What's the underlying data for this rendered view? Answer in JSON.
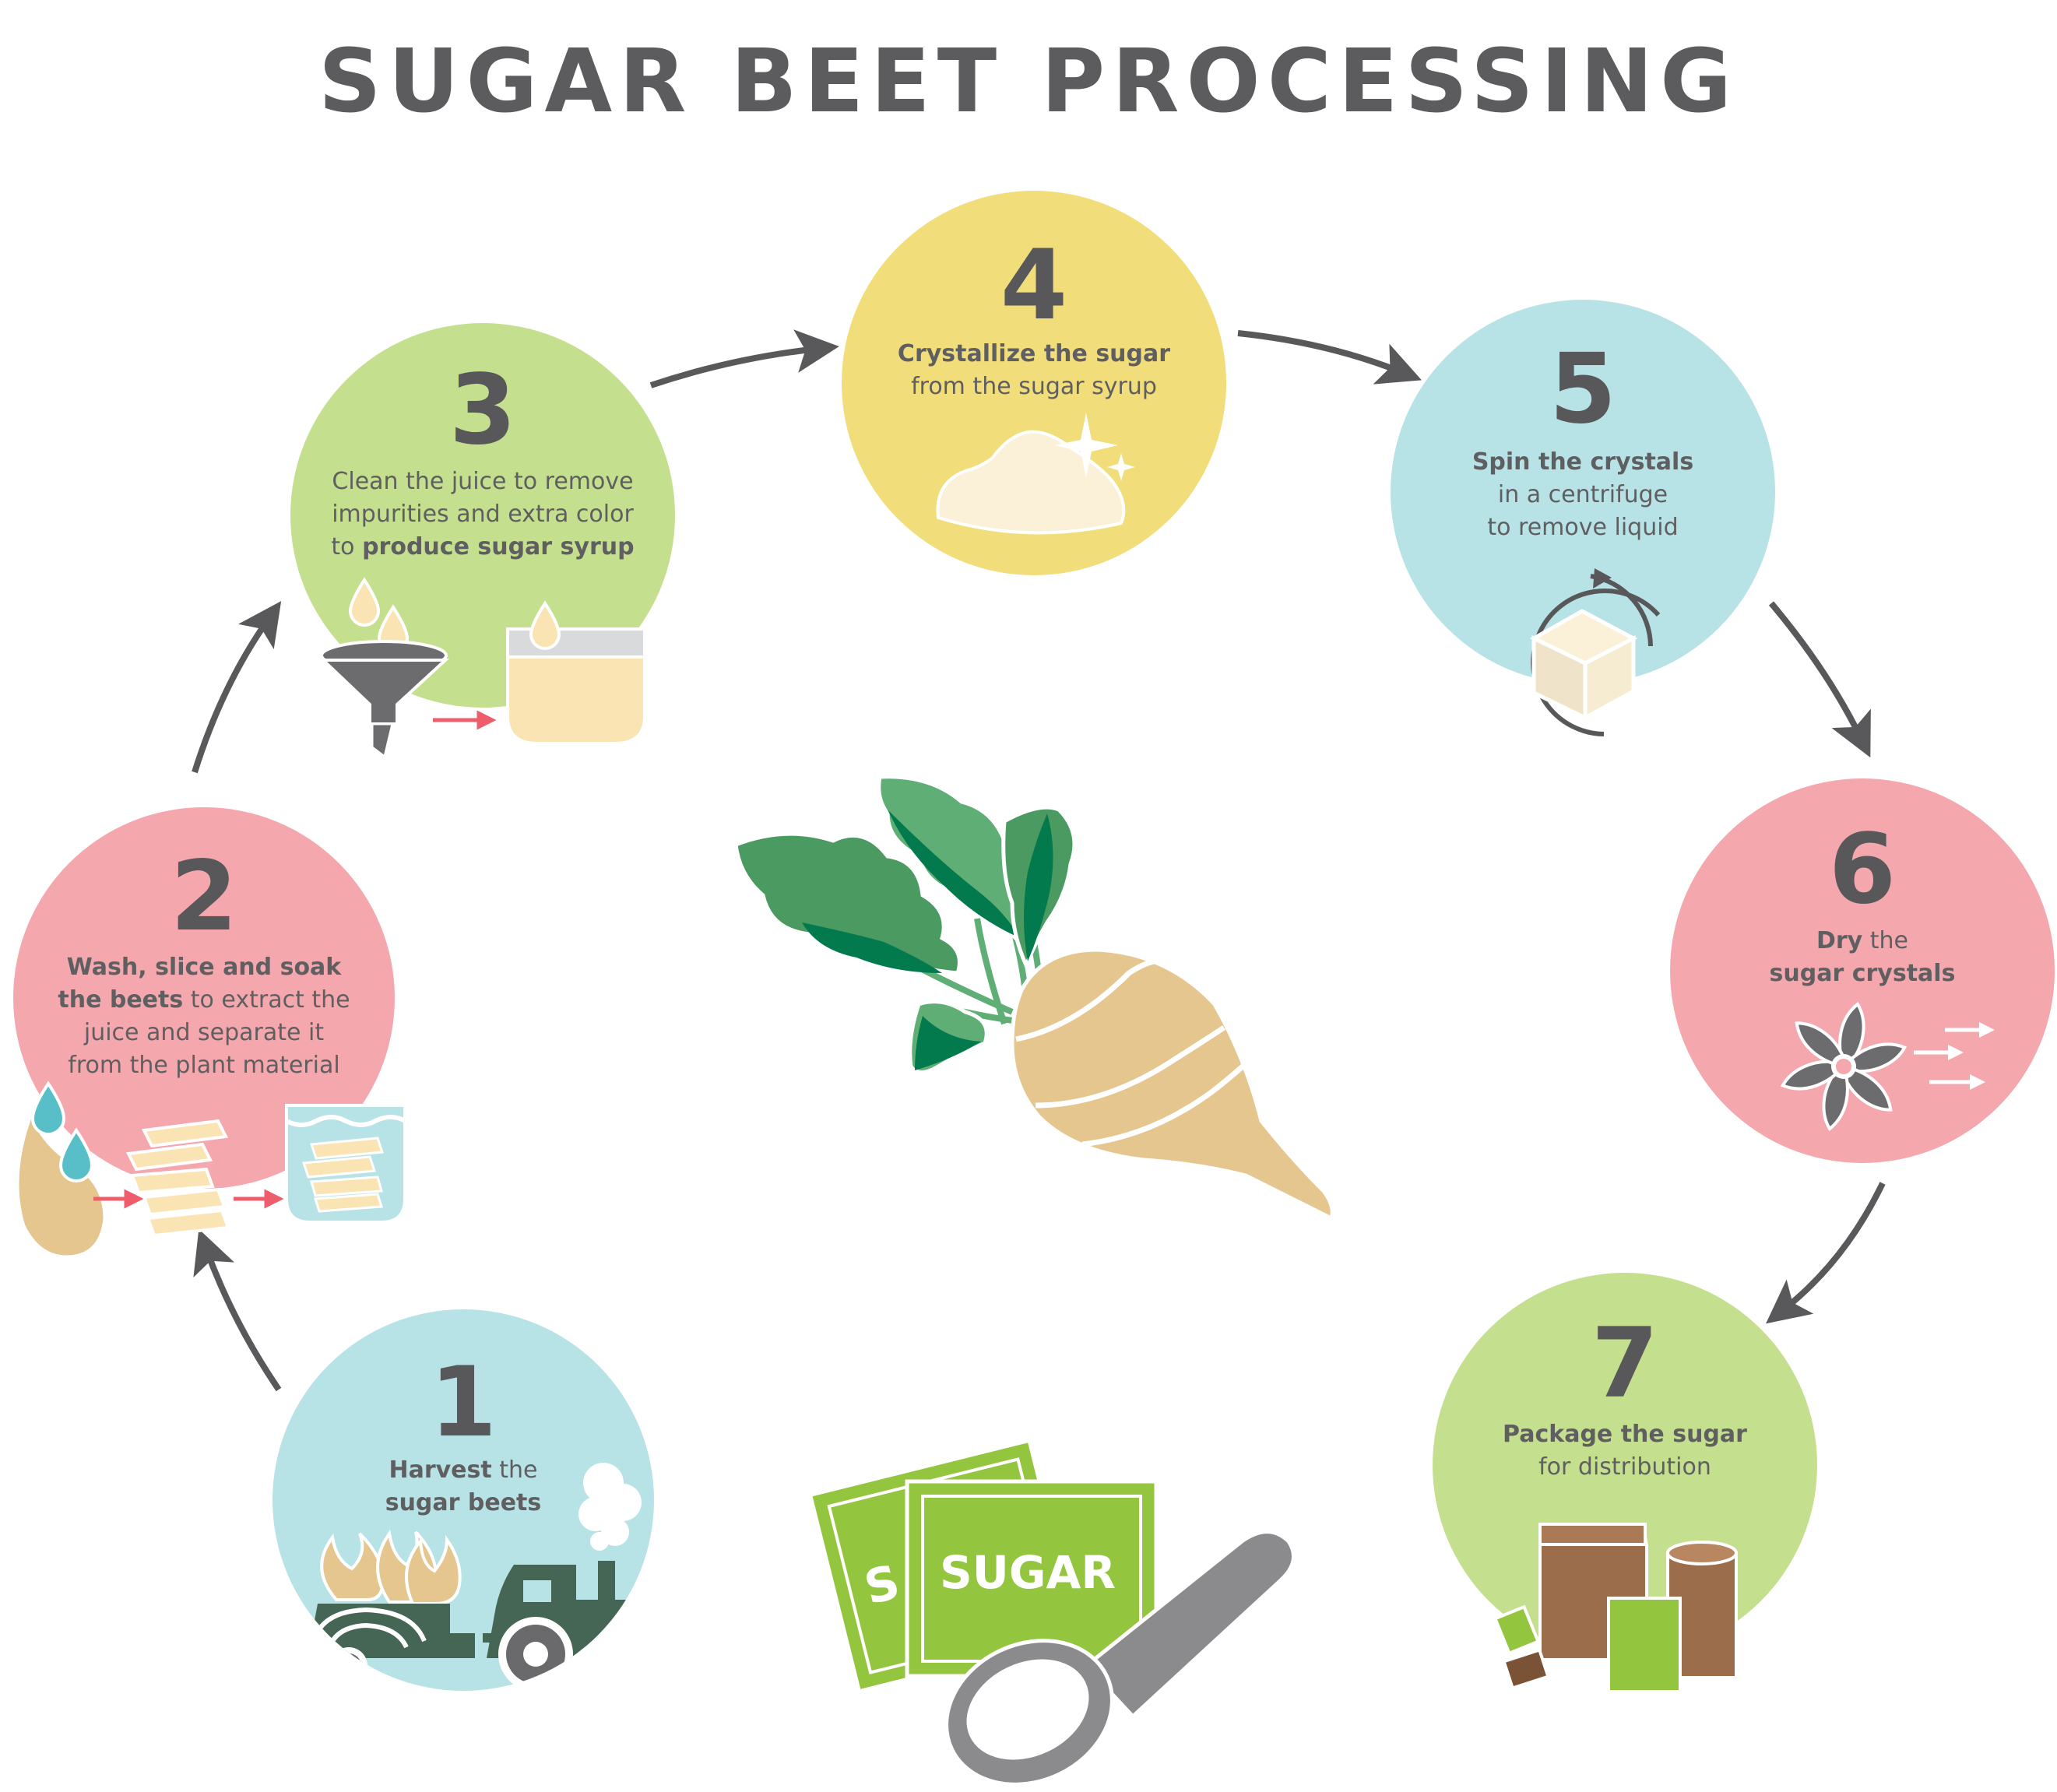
{
  "title": "SUGAR BEET PROCESSING",
  "colors": {
    "blue": "#b7e2e6",
    "pink": "#f5a7ae",
    "green": "#c4df8d",
    "yellow": "#f1dd7a",
    "beet": "#e4c68e",
    "leaf_dark": "#027a4e",
    "leaf_mid": "#4a9a61",
    "leaf_light": "#5fae75",
    "arrow": "#59595b",
    "red_arrow": "#ee5d6c",
    "sugar_green": "#93c63e",
    "brown": "#9c6d4a",
    "gray": "#6c6c6e",
    "tractor": "#456655"
  },
  "steps": [
    {
      "num": "1",
      "bold1": "Harvest",
      "text1": " the",
      "bold2": "sugar beets",
      "icon": "tractor-icon"
    },
    {
      "num": "2",
      "bold1": "Wash, slice and soak",
      "bold2": "the beets",
      "text2": " to extract the",
      "text3": "juice and separate it",
      "text4": "from the plant material",
      "icon": "soak-icon"
    },
    {
      "num": "3",
      "text1": "Clean the juice to remove",
      "text2": "impurities and extra color",
      "text3": "to ",
      "bold3": "produce sugar syrup",
      "icon": "funnel-icon"
    },
    {
      "num": "4",
      "bold1": "Crystallize the sugar",
      "text2": "from the sugar syrup",
      "icon": "sparkle-pile-icon"
    },
    {
      "num": "5",
      "bold1": "Spin the crystals",
      "text2": "in a centrifuge",
      "text3": "to remove liquid",
      "icon": "centrifuge-icon"
    },
    {
      "num": "6",
      "bold1": "Dry",
      "text1": " the",
      "bold2": "sugar crystals",
      "icon": "fan-icon"
    },
    {
      "num": "7",
      "bold1": "Package the sugar",
      "text2": "for distribution",
      "icon": "packages-icon"
    }
  ],
  "sugar_packet": {
    "label": "SUGAR",
    "back_label": "S"
  }
}
